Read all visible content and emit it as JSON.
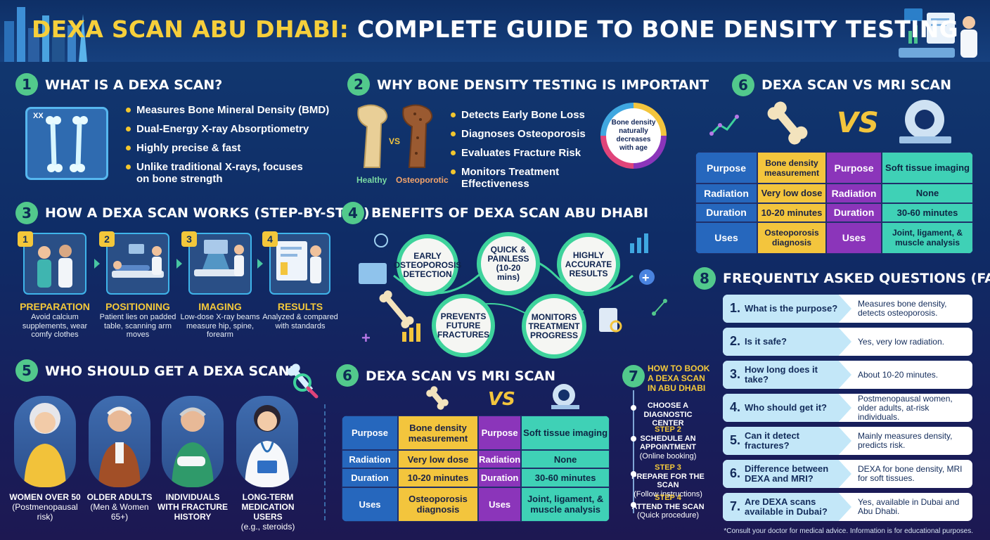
{
  "title": {
    "part1": "DEXA SCAN ABU DHABI:",
    "part2": "COMPLETE GUIDE TO BONE DENSITY TESTING"
  },
  "colors": {
    "accent_yellow": "#f3c53d",
    "accent_green": "#52c98c",
    "accent_purple": "#8b35ba",
    "accent_teal": "#3fd1b6",
    "accent_blue": "#2667bd"
  },
  "s1": {
    "num": "1",
    "title": "WHAT IS A DEXA SCAN?",
    "scan_label": "XX",
    "bullets": [
      "Measures Bone Mineral Density (BMD)",
      "Dual-Energy X-ray Absorptiometry",
      "Highly precise & fast",
      "Unlike traditional X-rays, focuses on bone strength"
    ]
  },
  "s2": {
    "num": "2",
    "title": "WHY BONE DENSITY TESTING IS IMPORTANT",
    "healthy": "Healthy",
    "osteo": "Osteoporotic",
    "vs": "VS",
    "badge": "Bone density naturally decreases with age",
    "bullets": [
      "Detects Early Bone Loss",
      "Diagnoses Osteoporosis",
      "Evaluates Fracture Risk",
      "Monitors Treatment Effectiveness"
    ]
  },
  "s3": {
    "num": "3",
    "title": "HOW A DEXA SCAN WORKS (STEP-BY-STEP)",
    "steps": [
      {
        "n": "1",
        "title": "PREPARATION",
        "desc": "Avoid calcium supplements, wear comfy clothes"
      },
      {
        "n": "2",
        "title": "POSITIONING",
        "desc": "Patient lies on padded table, scanning arm moves"
      },
      {
        "n": "3",
        "title": "IMAGING",
        "desc": "Low-dose X-ray beams measure hip, spine, forearm"
      },
      {
        "n": "4",
        "title": "RESULTS",
        "desc": "Analyzed & compared with standards"
      }
    ]
  },
  "s4": {
    "num": "4",
    "title": "BENEFITS OF DEXA SCAN ABU DHABI",
    "benefits": [
      "EARLY OSTEOPOROSIS DETECTION",
      "QUICK & PAINLESS (10-20 mins)",
      "HIGHLY ACCURATE RESULTS",
      "PREVENTS FUTURE FRACTURES",
      "MONITORS TREATMENT PROGRESS"
    ]
  },
  "s5": {
    "num": "5",
    "title": "WHO SHOULD GET A DEXA SCAN?",
    "people": [
      {
        "name": "WOMEN OVER 50",
        "detail": "(Postmenopausal risk)"
      },
      {
        "name": "OLDER ADULTS",
        "detail": "(Men & Women 65+)"
      },
      {
        "name": "INDIVIDUALS WITH FRACTURE HISTORY",
        "detail": ""
      },
      {
        "name": "LONG-TERM MEDICATION USERS",
        "detail": "(e.g., steroids)"
      }
    ]
  },
  "s6": {
    "num": "6",
    "title": "DEXA SCAN VS MRI SCAN",
    "vs": "VS",
    "rows": [
      {
        "label": "Purpose",
        "dexa": "Bone density measurement",
        "mri": "Soft tissue imaging"
      },
      {
        "label": "Radiation",
        "dexa": "Very low dose",
        "mri": "None"
      },
      {
        "label": "Duration",
        "dexa": "10-20 minutes",
        "mri": "30-60 minutes"
      },
      {
        "label": "Uses",
        "dexa": "Osteoporosis diagnosis",
        "mri": "Joint, ligament, & muscle analysis"
      }
    ]
  },
  "s7": {
    "num": "7",
    "title": "HOW TO BOOK A DEXA SCAN IN ABU DHABI",
    "steps": [
      {
        "label": "",
        "main": "CHOOSE A DIAGNOSTIC CENTER",
        "sub": ""
      },
      {
        "label": "STEP 2",
        "main": "SCHEDULE AN APPOINTMENT",
        "sub": "(Online booking)"
      },
      {
        "label": "STEP 3",
        "main": "PREPARE FOR THE SCAN",
        "sub": "(Follow instructions)"
      },
      {
        "label": "STEP 4",
        "main": "ATTEND THE SCAN",
        "sub": "(Quick procedure)"
      }
    ]
  },
  "s8": {
    "num": "8",
    "title": "FREQUENTLY ASKED QUESTIONS (FAQs)",
    "faqs": [
      {
        "n": "1.",
        "q": "What is the purpose?",
        "a": "Measures bone density, detects osteoporosis."
      },
      {
        "n": "2.",
        "q": "Is it safe?",
        "a": "Yes, very low radiation."
      },
      {
        "n": "3.",
        "q": "How long does it take?",
        "a": "About 10-20 minutes."
      },
      {
        "n": "4.",
        "q": "Who should get it?",
        "a": "Postmenopausal women, older adults, at-risk individuals."
      },
      {
        "n": "5.",
        "q": "Can it detect fractures?",
        "a": "Mainly measures density, predicts risk."
      },
      {
        "n": "6.",
        "q": "Difference between DEXA and MRI?",
        "a": "DEXA for bone density, MRI for soft tissues."
      },
      {
        "n": "7.",
        "q": "Are DEXA scans available in Dubai?",
        "a": "Yes, available in Dubai and Abu Dhabi."
      }
    ]
  },
  "footer": "*Consult your doctor for medical advice. Information is for educational purposes."
}
